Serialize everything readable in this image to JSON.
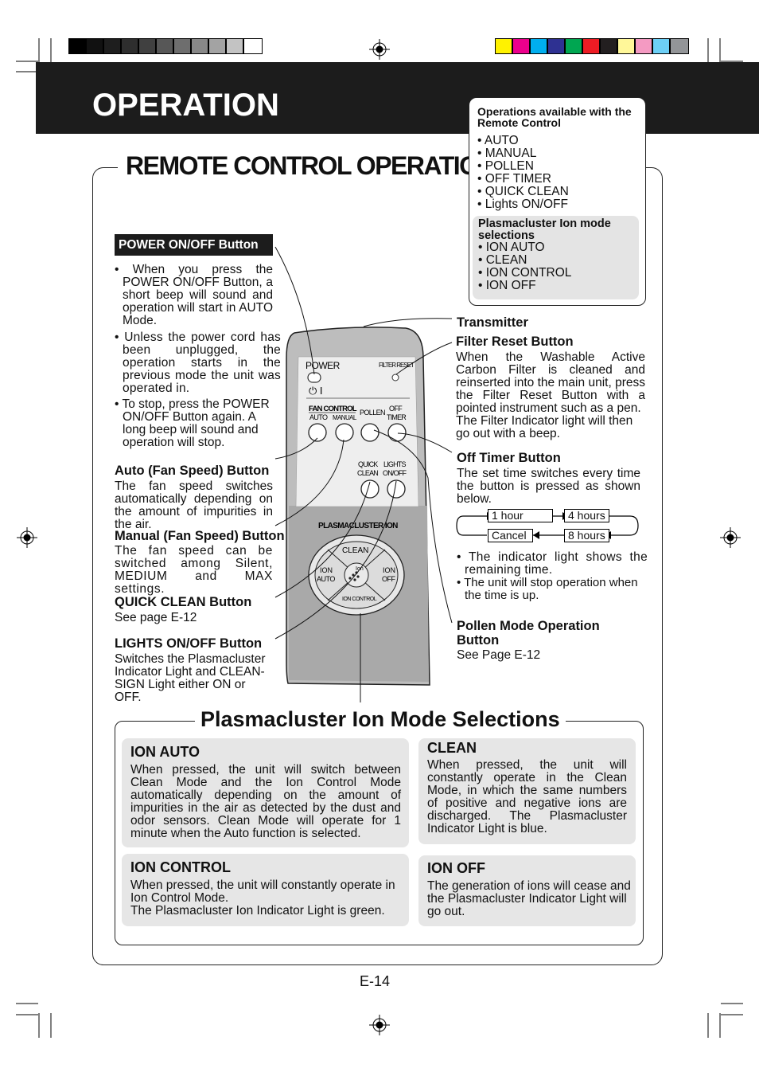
{
  "header": {
    "title": "OPERATION"
  },
  "section_title": "REMOTE CONTROL OPERATION",
  "operations_box": {
    "heading": "Operations available with the Remote Control",
    "items": [
      "• AUTO",
      "• MANUAL",
      "• POLLEN",
      "• OFF TIMER",
      "• QUICK CLEAN",
      "• Lights ON/OFF"
    ],
    "ion_heading": "Plasmacluster Ion mode selections",
    "ion_items": [
      "• ION AUTO",
      "• CLEAN",
      "• ION CONTROL",
      "• ION OFF"
    ]
  },
  "power": {
    "tag": "POWER ON/OFF Button",
    "bullets": [
      "• When you press the POWER ON/OFF Button, a short beep will sound and operation will start in AUTO Mode.",
      "• Unless the power cord has been unplugged, the operation starts in the previous mode the unit was operated in.",
      "• To stop, press the POWER ON/OFF Button again. A long beep will sound and operation will stop."
    ]
  },
  "left": {
    "auto_title": "Auto (Fan Speed) Button",
    "auto_text": "The fan speed switches automatically depending on the amount of impurities in the air.",
    "manual_title": "Manual (Fan Speed) Button",
    "manual_text": "The fan speed can be switched among Silent, MEDIUM and MAX settings.",
    "quick_title": "QUICK CLEAN  Button",
    "quick_text": "See page E-12",
    "lights_title": "LIGHTS ON/OFF Button",
    "lights_text": "Switches the Plasmacluster Indicator Light and CLEAN-SIGN Light either ON or OFF."
  },
  "right": {
    "transmitter": "Transmitter",
    "filter_title": "Filter Reset Button",
    "filter_text": "When the Washable Active Carbon Filter is cleaned and reinserted into the main unit, press the Filter Reset Button with a pointed instrument such as a pen.",
    "filter_text2": "The Filter Indicator light will then go out with a beep.",
    "timer_title": "Off Timer Button",
    "timer_text": "The set time switches every time the button is pressed as shown below.",
    "timer_cycle": [
      "1 hour",
      "4 hours",
      "8 hours",
      "Cancel"
    ],
    "timer_note1": "• The indicator light shows the remaining time.",
    "timer_note2": "• The unit will stop operation when the time is up.",
    "pollen_title": "Pollen Mode Operation Button",
    "pollen_text": "See Page E-12"
  },
  "remote": {
    "power": "POWER",
    "filter_reset": "FILTER RESET",
    "power_symbol": "⏻ I",
    "fan_control": "FAN CONTROL",
    "auto": "AUTO",
    "manual": "MANUAL",
    "pollen": "POLLEN",
    "off": "OFF",
    "timer": "TIMER",
    "quick": "QUICK",
    "clean": "CLEAN",
    "lights": "LIGHTS",
    "on_off": "ON/OFF",
    "plasmacluster_ion": "PLASMACLUSTER ION",
    "pad_clean": "CLEAN",
    "pad_ion_auto_1": "ION",
    "pad_ion_auto_2": "AUTO",
    "pad_ion_off_1": "ION",
    "pad_ion_off_2": "OFF",
    "pad_ion": "Ion",
    "pad_ion_control": "ION CONTROL"
  },
  "modes": {
    "title": "Plasmacluster Ion Mode Selections",
    "ion_auto": {
      "title": "ION AUTO",
      "text": "When pressed, the unit will switch between Clean Mode and the Ion Control Mode automatically depending on the amount of impurities in the air as detected by the dust and odor sensors. Clean Mode will operate for 1 minute when the Auto function is selected."
    },
    "clean": {
      "title": "CLEAN",
      "text": "When pressed, the unit will constantly operate in the Clean Mode, in which the same numbers of positive and negative ions are discharged. The Plasmacluster Indicator Light is blue."
    },
    "ion_control": {
      "title": "ION CONTROL",
      "text": "When pressed, the unit will constantly operate in Ion Control Mode.",
      "text2": "The Plasmacluster Ion Indicator Light is green."
    },
    "ion_off": {
      "title": "ION OFF",
      "text": "The generation of ions will cease and the Plasmacluster Indicator Light will go out."
    }
  },
  "page_number": "E-14",
  "colors": {
    "gray_bar": [
      "#000000",
      "#111111",
      "#1e1e1e",
      "#2e2e2e",
      "#404040",
      "#575757",
      "#6e6e6e",
      "#888888",
      "#a3a3a3",
      "#c3c3c3",
      "#ffffff"
    ],
    "color_bar": [
      "#fff200",
      "#ec008c",
      "#00aeef",
      "#2e3192",
      "#00a651",
      "#ed1c24",
      "#231f20",
      "#fff799",
      "#f49ac2",
      "#6dcff6",
      "#939598"
    ]
  }
}
